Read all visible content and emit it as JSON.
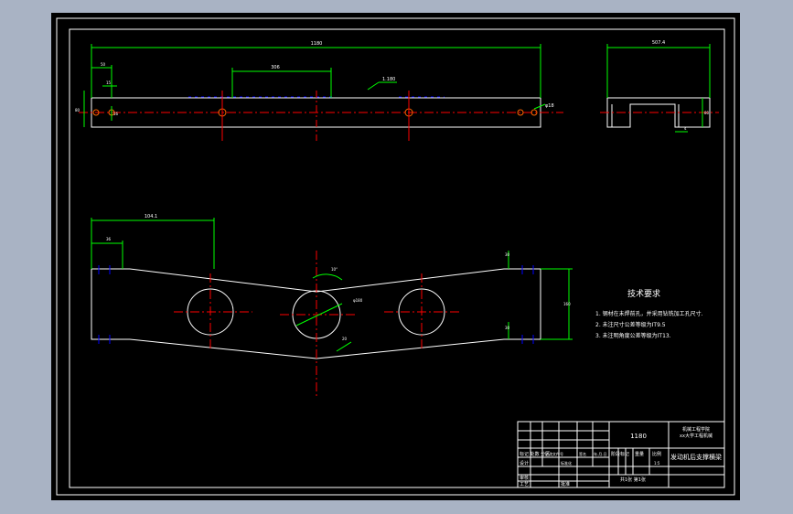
{
  "drawing": {
    "colors": {
      "background": "#000000",
      "frame": "#ffffff",
      "outline": "#ffffff",
      "centerline": "#ff0000",
      "dimension": "#00ff00",
      "hidden": "#0000ff"
    },
    "top_view": {
      "overall_length": "1180",
      "offset": "306",
      "section_callout": "1.180",
      "small_dims": [
        "50",
        "15",
        "16",
        "80"
      ],
      "hole_callout": "φ18"
    },
    "side_view": {
      "width": "507.4",
      "height": "80",
      "thickness": "4"
    },
    "front_view": {
      "top_dim": "104.1",
      "small_dim": "36",
      "angle": "10°",
      "diameter": "φ180",
      "height": "160",
      "small_right_top": "30",
      "small_right_bottom": "30",
      "bottom_dim": "20"
    },
    "tech_requirements": {
      "title": "技术要求",
      "items": [
        "1. 钢材在未焊前孔，并采用钻铣加工孔尺寸.",
        "2. 未注尺寸公差等级为IT9.5",
        "3. 未注明角度公差等级为IT13."
      ]
    },
    "title_block": {
      "drawing_no": "1180",
      "school_line1": "机械工程学院",
      "school_line2": "xx大学工程机械",
      "part_name": "发动机后支撑横梁",
      "scale_label": "比例",
      "scale_value": "1:5",
      "weight_label": "重量",
      "stage_label": "阶段标记",
      "sheet_info": "共1张  第1张",
      "rows": [
        "标记 处数 分区",
        "设计",
        "审核",
        "工艺"
      ],
      "mid_labels": [
        "更改文件号",
        "签名",
        "年.月.日",
        "标准化",
        "批准"
      ]
    }
  }
}
